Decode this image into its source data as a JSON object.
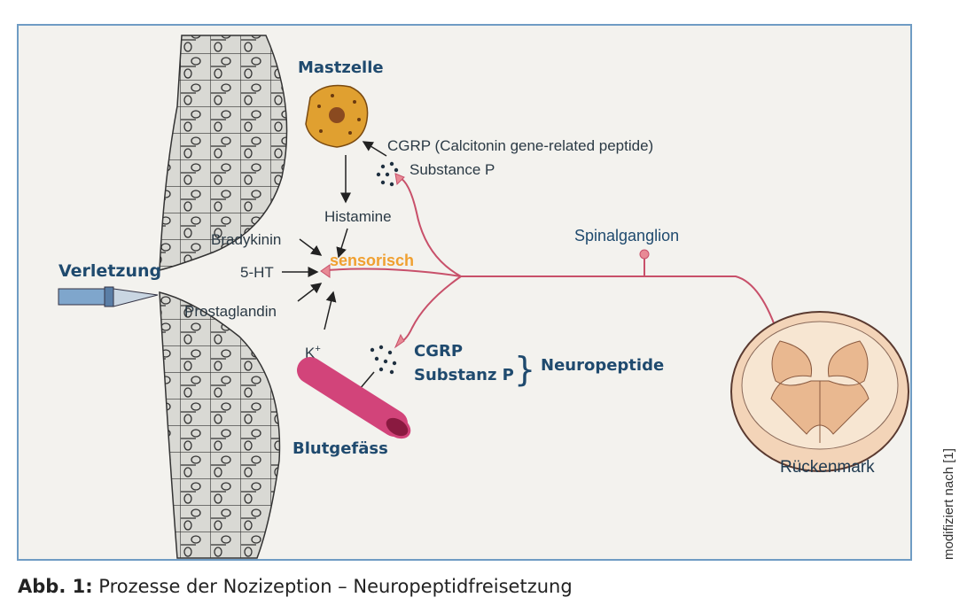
{
  "figure": {
    "labels": {
      "injury": "Verletzung",
      "mast_cell": "Mastzelle",
      "cgrp_top": "CGRP (Calcitonin gene-related peptide)",
      "substance_p_top": "Substance P",
      "histamine": "Histamine",
      "bradykinin": "Bradykinin",
      "five_ht": "5-HT",
      "prostaglandin": "Prostaglandin",
      "potassium": "K",
      "potassium_sup": "+",
      "sensory": "sensorisch",
      "spinal_ganglion": "Spinalganglion",
      "cgrp_bottom": "CGRP",
      "substanz_p_bottom": "Substanz P",
      "neuropeptides": "Neuropeptide",
      "blood_vessel": "Blutgefäss",
      "spinal_cord": "Rückenmark"
    },
    "colors": {
      "nerve": "#c8506a",
      "mast_cell": "#e0a030",
      "vessel": "#d2447a",
      "frame": "#6f9cc4"
    }
  },
  "caption": {
    "prefix": "Abb. 1:",
    "text": " Prozesse der Nozizeption – Neuropeptidfreisetzung"
  },
  "credit": "modifiziert nach [1]"
}
